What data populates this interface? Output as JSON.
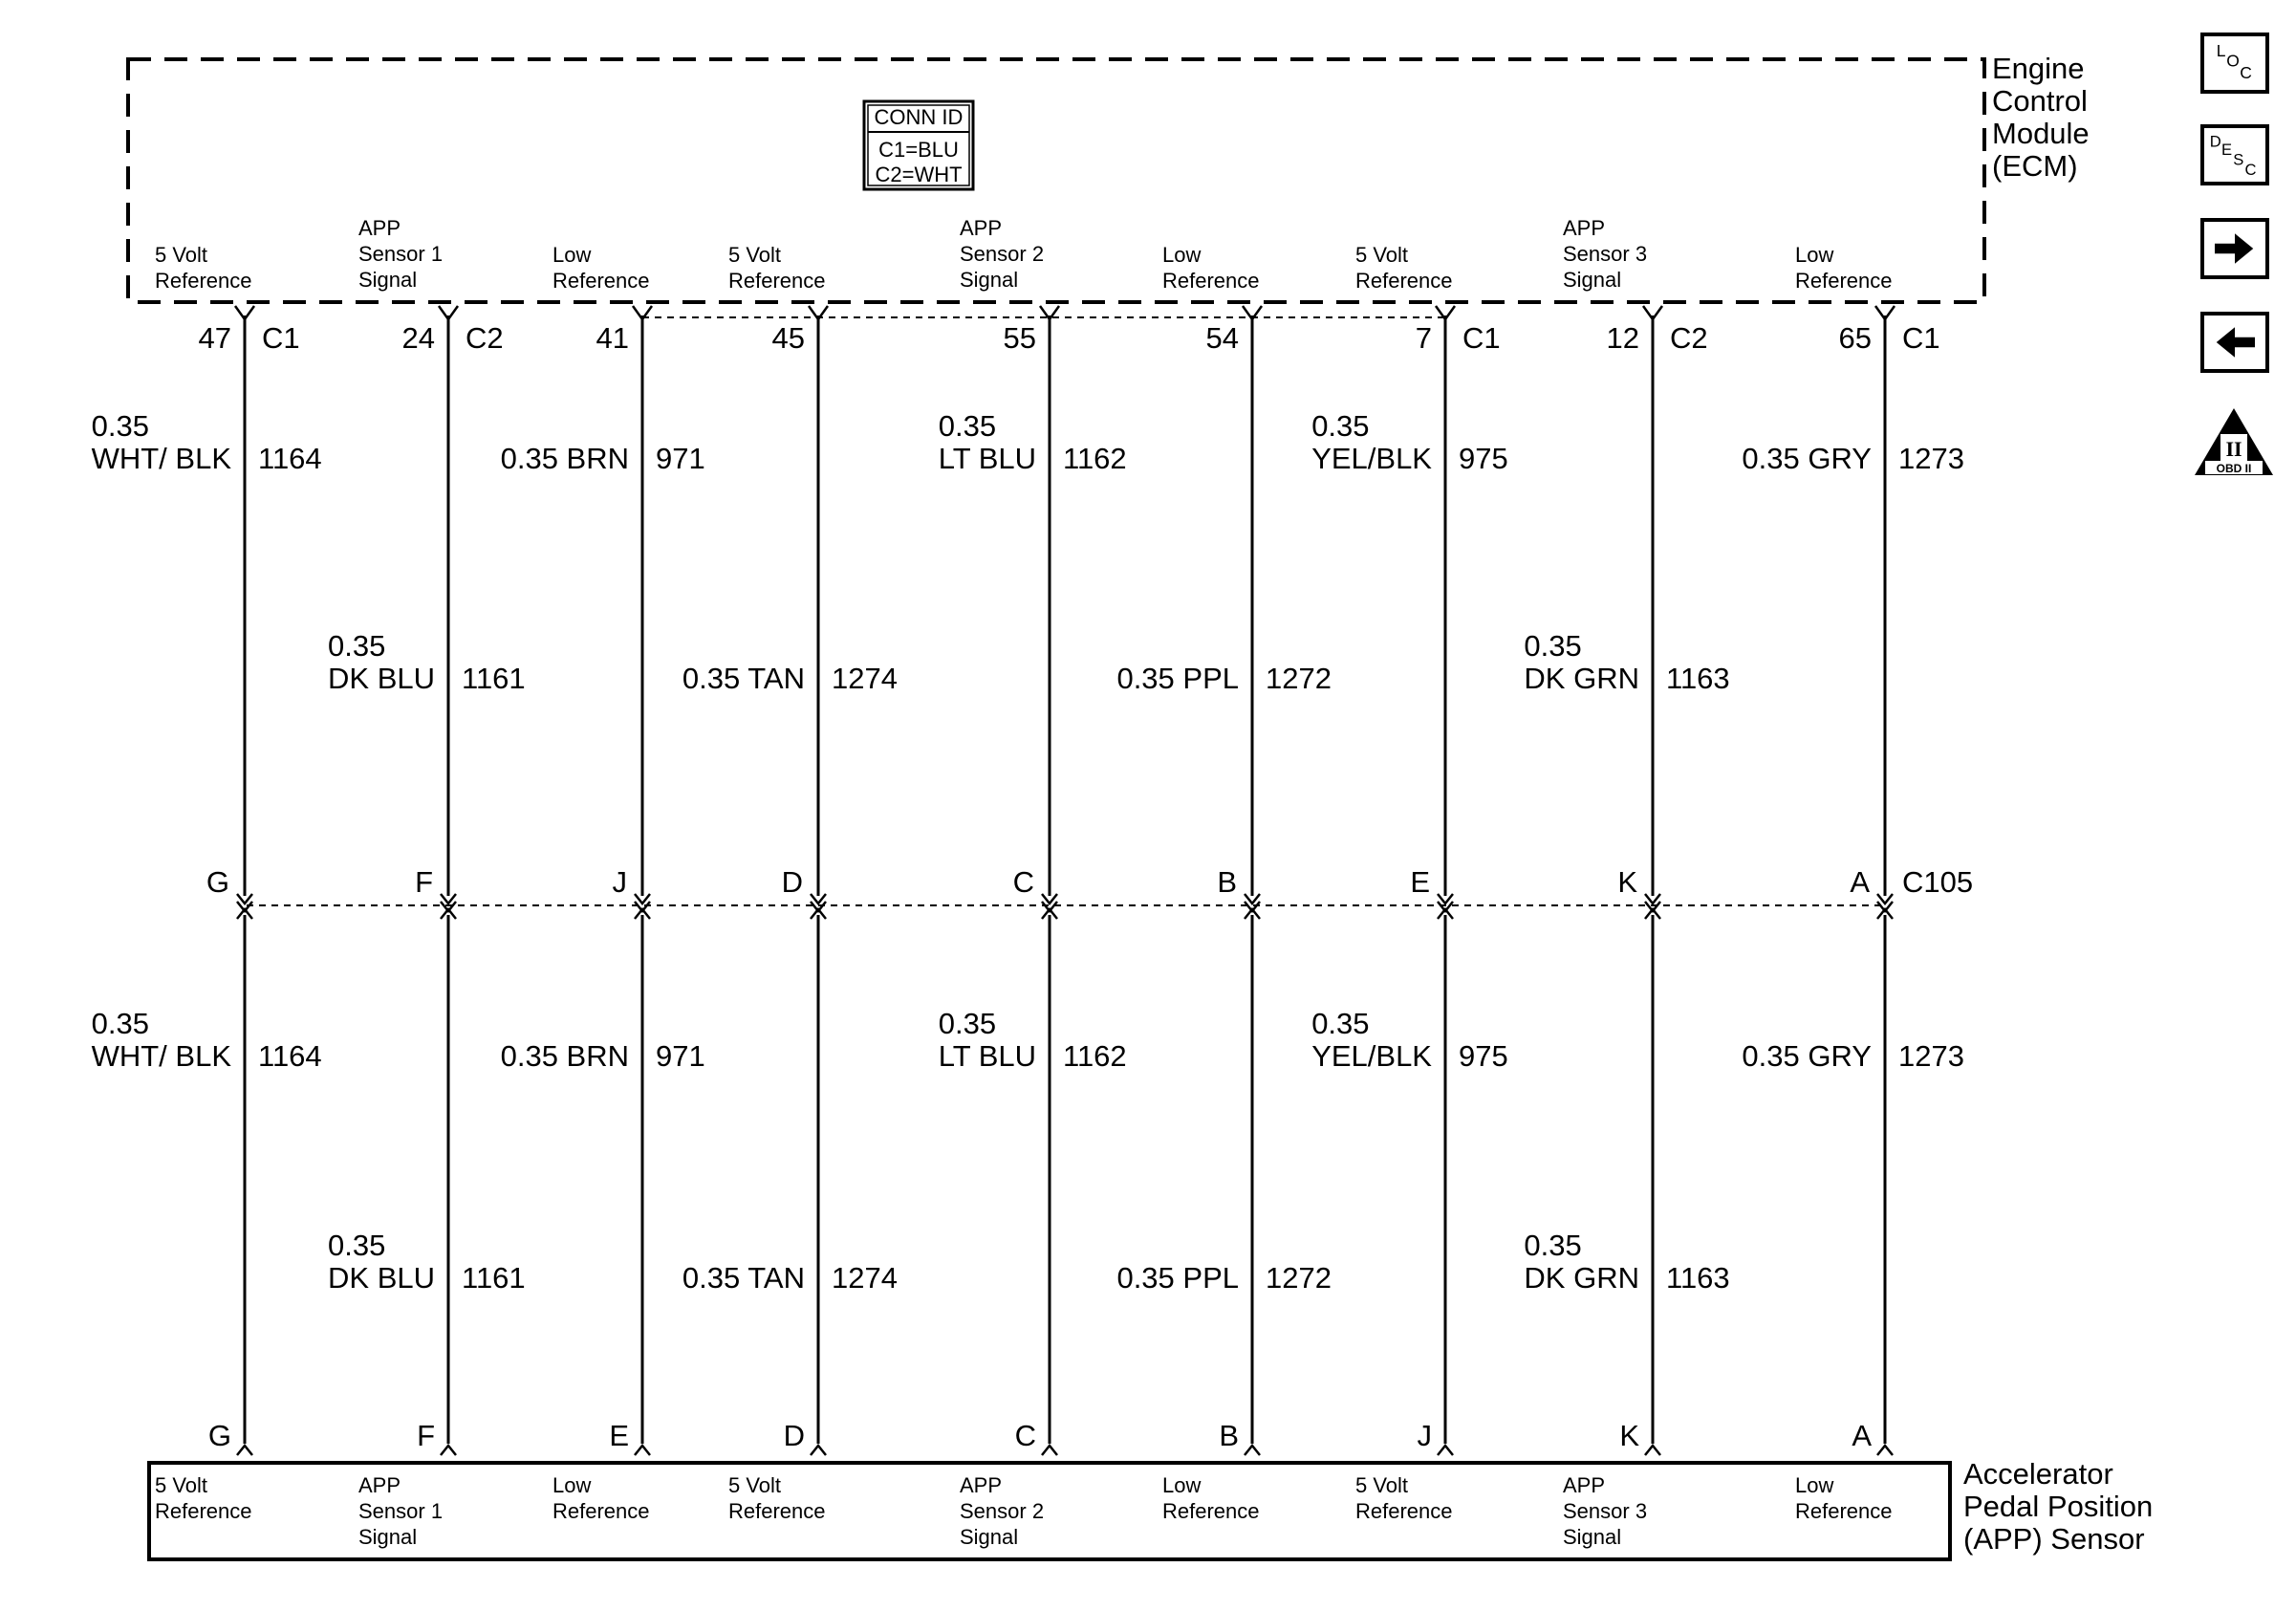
{
  "ecm": {
    "name_lines": [
      "Engine",
      "Control",
      "Module",
      "(ECM)"
    ],
    "conn_id": {
      "title": "CONN ID",
      "lines": [
        "C1=BLU",
        "C2=WHT"
      ]
    }
  },
  "app_sensor": {
    "name_lines": [
      "Accelerator",
      "Pedal Position",
      "(APP) Sensor"
    ]
  },
  "inline_connector": "C105",
  "circuits": [
    {
      "ecm_label": [
        "5 Volt",
        "Reference"
      ],
      "ecm_pin": "47",
      "ecm_conn": "C1",
      "gauge_top": "0.35",
      "color_top": "WHT/ BLK",
      "circuit_top": "1164",
      "c105_pin": "G",
      "gauge_bot": "0.35",
      "color_bot": "WHT/ BLK",
      "circuit_bot": "1164",
      "sensor_pin": "G",
      "sensor_label": [
        "5 Volt",
        "Reference"
      ],
      "wire_tier": "upper"
    },
    {
      "ecm_label": [
        "APP",
        "Sensor 1",
        "Signal"
      ],
      "ecm_pin": "24",
      "ecm_conn": "C2",
      "gauge_top": "0.35",
      "color_top": "DK BLU",
      "circuit_top": "1161",
      "c105_pin": "F",
      "gauge_bot": "0.35",
      "color_bot": "DK BLU",
      "circuit_bot": "1161",
      "sensor_pin": "F",
      "sensor_label": [
        "APP",
        "Sensor 1",
        "Signal"
      ],
      "wire_tier": "lower"
    },
    {
      "ecm_label": [
        "Low",
        "Reference"
      ],
      "ecm_pin": "41",
      "ecm_conn": "",
      "gauge_top": "",
      "color_top": "0.35 BRN",
      "circuit_top": "971",
      "c105_pin": "J",
      "gauge_bot": "",
      "color_bot": "0.35 BRN",
      "circuit_bot": "971",
      "sensor_pin": "E",
      "sensor_label": [
        "Low",
        "Reference"
      ],
      "wire_tier": "upper"
    },
    {
      "ecm_label": [
        "5 Volt",
        "Reference"
      ],
      "ecm_pin": "45",
      "ecm_conn": "",
      "gauge_top": "",
      "color_top": "0.35 TAN",
      "circuit_top": "1274",
      "c105_pin": "D",
      "gauge_bot": "",
      "color_bot": "0.35 TAN",
      "circuit_bot": "1274",
      "sensor_pin": "D",
      "sensor_label": [
        "5 Volt",
        "Reference"
      ],
      "wire_tier": "lower"
    },
    {
      "ecm_label": [
        "APP",
        "Sensor 2",
        "Signal"
      ],
      "ecm_pin": "55",
      "ecm_conn": "",
      "gauge_top": "0.35",
      "color_top": "LT BLU",
      "circuit_top": "1162",
      "c105_pin": "C",
      "gauge_bot": "0.35",
      "color_bot": "LT BLU",
      "circuit_bot": "1162",
      "sensor_pin": "C",
      "sensor_label": [
        "APP",
        "Sensor 2",
        "Signal"
      ],
      "wire_tier": "upper"
    },
    {
      "ecm_label": [
        "Low",
        "Reference"
      ],
      "ecm_pin": "54",
      "ecm_conn": "",
      "gauge_top": "",
      "color_top": "0.35 PPL",
      "circuit_top": "1272",
      "c105_pin": "B",
      "gauge_bot": "",
      "color_bot": "0.35 PPL",
      "circuit_bot": "1272",
      "sensor_pin": "B",
      "sensor_label": [
        "Low",
        "Reference"
      ],
      "wire_tier": "lower"
    },
    {
      "ecm_label": [
        "5 Volt",
        "Reference"
      ],
      "ecm_pin": "7",
      "ecm_conn": "C1",
      "gauge_top": "0.35",
      "color_top": "YEL/BLK",
      "circuit_top": "975",
      "c105_pin": "E",
      "gauge_bot": "0.35",
      "color_bot": "YEL/BLK",
      "circuit_bot": "975",
      "sensor_pin": "J",
      "sensor_label": [
        "5 Volt",
        "Reference"
      ],
      "wire_tier": "upper"
    },
    {
      "ecm_label": [
        "APP",
        "Sensor 3",
        "Signal"
      ],
      "ecm_pin": "12",
      "ecm_conn": "C2",
      "gauge_top": "0.35",
      "color_top": "DK GRN",
      "circuit_top": "1163",
      "c105_pin": "K",
      "gauge_bot": "0.35",
      "color_bot": "DK GRN",
      "circuit_bot": "1163",
      "sensor_pin": "K",
      "sensor_label": [
        "APP",
        "Sensor 3",
        "Signal"
      ],
      "wire_tier": "lower"
    },
    {
      "ecm_label": [
        "Low",
        "Reference"
      ],
      "ecm_pin": "65",
      "ecm_conn": "C1",
      "gauge_top": "",
      "color_top": "0.35 GRY",
      "circuit_top": "1273",
      "c105_pin": "A",
      "gauge_bot": "",
      "color_bot": "0.35 GRY",
      "circuit_bot": "1273",
      "sensor_pin": "A",
      "sensor_label": [
        "Low",
        "Reference"
      ],
      "wire_tier": "upper"
    }
  ],
  "nav": [
    {
      "icon": "loc-icon",
      "sub": [
        "L",
        "O",
        "C"
      ]
    },
    {
      "icon": "desc-icon",
      "sub": [
        "D",
        "E",
        "S",
        "C"
      ]
    },
    {
      "icon": "arrow-right-icon"
    },
    {
      "icon": "arrow-left-icon"
    },
    {
      "icon": "obd-ii-icon",
      "label_top": "II",
      "label_bottom": "OBD II"
    }
  ]
}
